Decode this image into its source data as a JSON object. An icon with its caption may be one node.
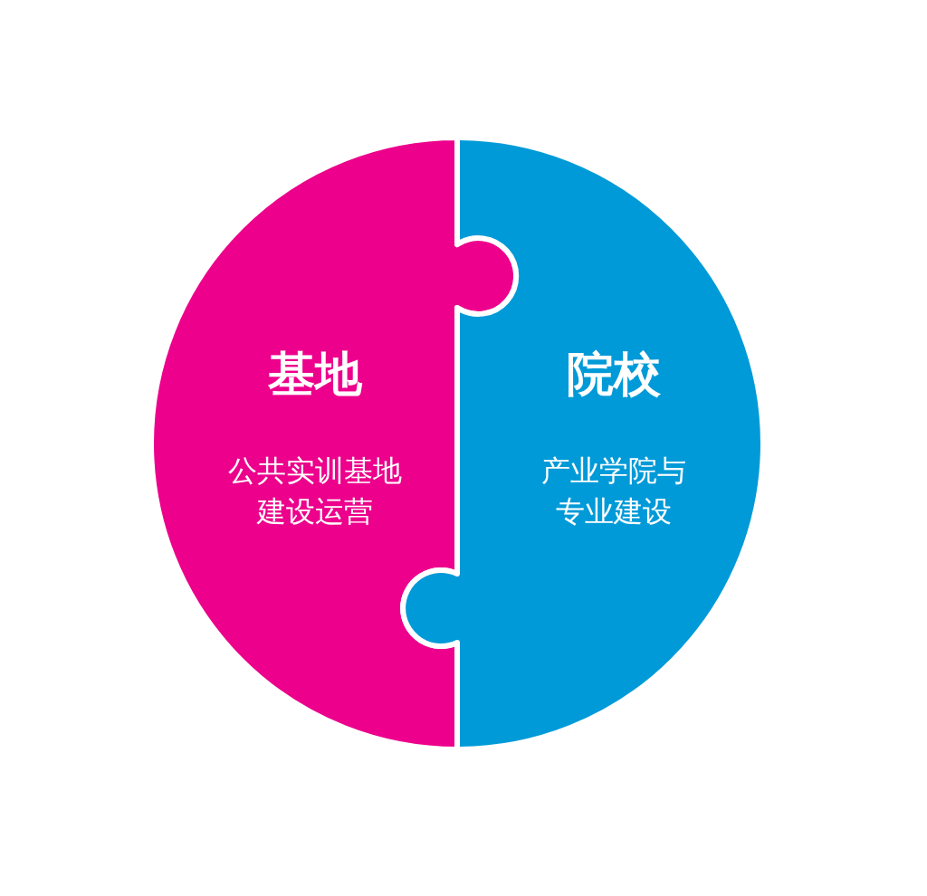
{
  "diagram": {
    "nodes": [
      {
        "text": [
          "基地",
          "公共实训基地建设运营"
        ]
      },
      {
        "text": [
          "院校",
          "产业学院与专业建设"
        ]
      }
    ]
  }
}
